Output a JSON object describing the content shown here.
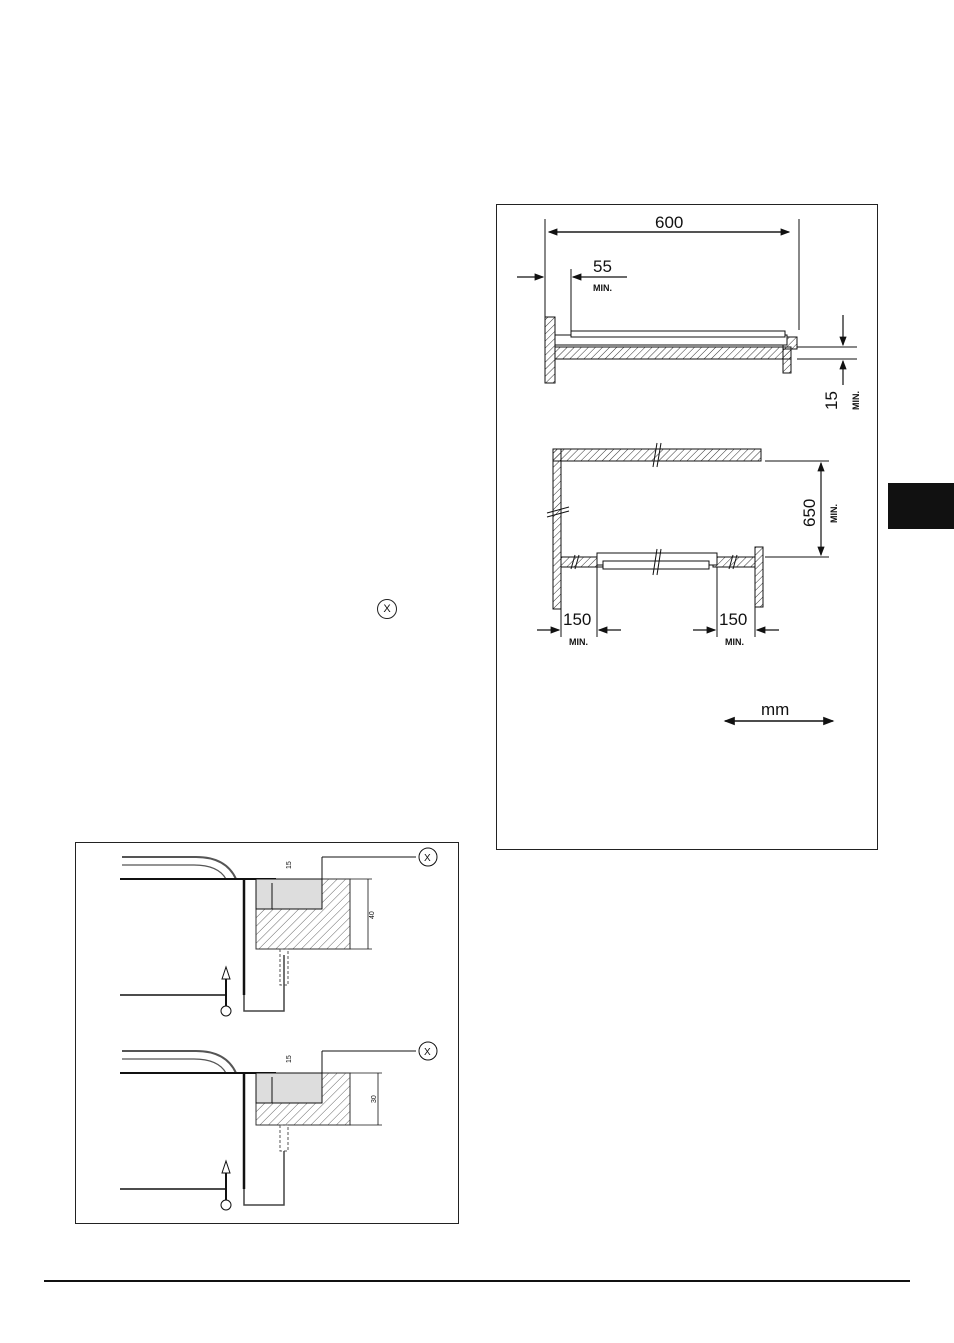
{
  "marker_label": "X",
  "right_figure": {
    "width_dim": "600",
    "left_offset_dim": "55",
    "left_offset_note": "MIN.",
    "thickness_dim": "15",
    "thickness_note": "MIN.",
    "height_dim": "650",
    "height_note": "MIN.",
    "left_side_dim": "150",
    "left_side_note": "MIN.",
    "right_side_dim": "150",
    "right_side_note": "MIN.",
    "unit": "mm"
  },
  "bottom_figure": {
    "top_detail": {
      "marker": "X",
      "gap_dim": "15",
      "height_dim": "40"
    },
    "bottom_detail": {
      "marker": "X",
      "gap_dim": "15",
      "height_dim": "30"
    }
  }
}
